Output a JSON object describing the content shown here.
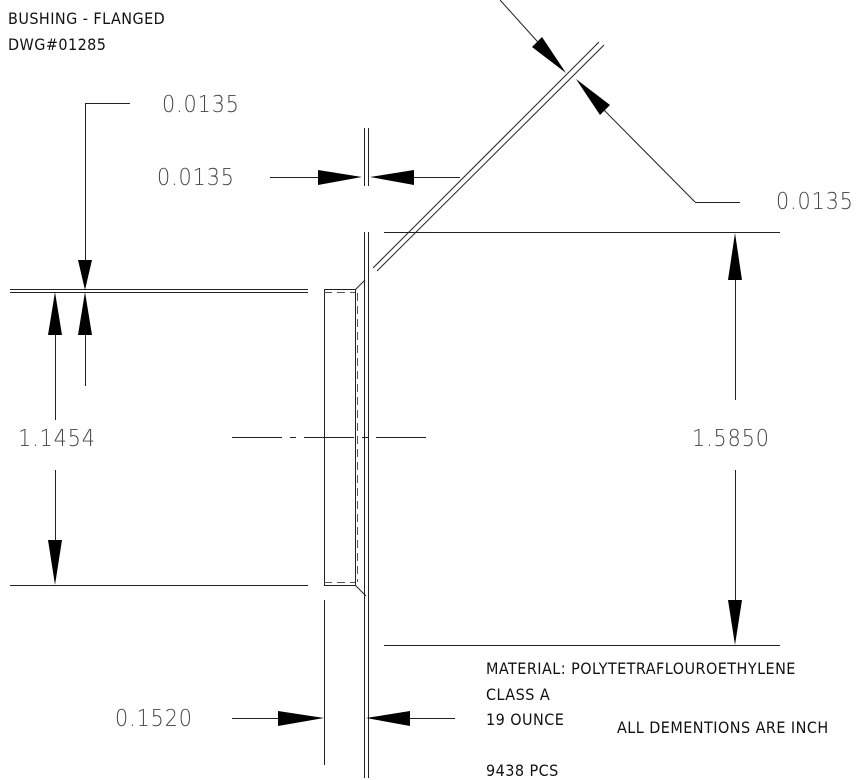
{
  "title_block": {
    "title": "BUSHING - FLANGED",
    "drawing_number": "DWG#01285"
  },
  "dimensions": {
    "top_leader": "0.0135",
    "flange_thickness": "0.0135",
    "chamfer": "0.0135",
    "body_diameter": "1.1454",
    "flange_diameter": "1.5850",
    "body_length": "0.1520"
  },
  "notes": {
    "material": "MATERIAL: POLYTETRAFLOUROETHYLENE",
    "class": "CLASS A",
    "weight": "19 OUNCE",
    "units": "ALL DEMENTIONS ARE INCH",
    "quantity": "9438 PCS"
  }
}
